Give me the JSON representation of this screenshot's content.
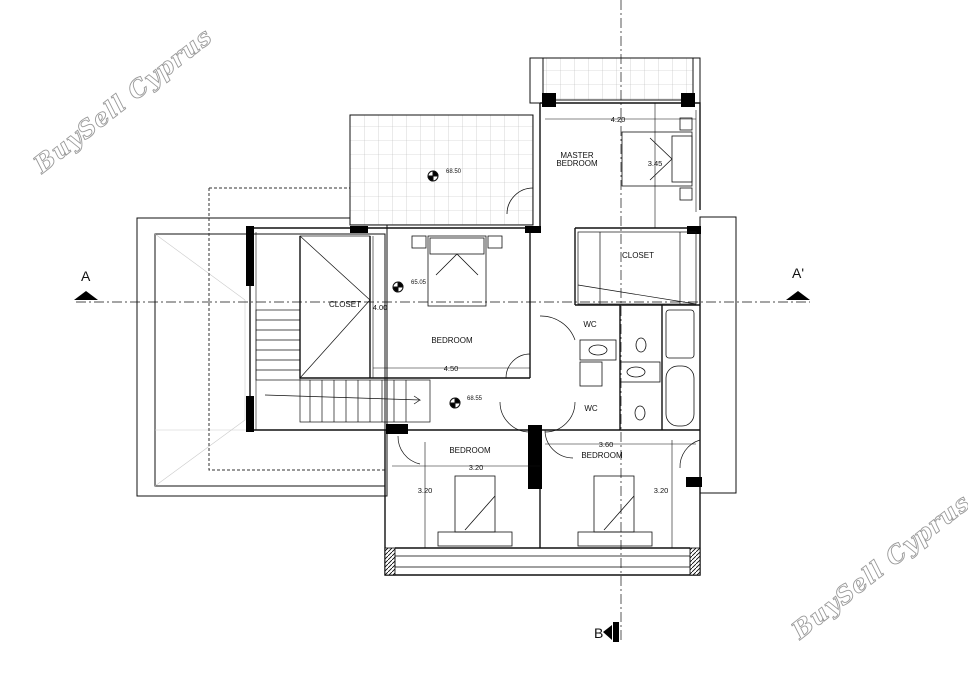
{
  "rooms": {
    "master_bedroom_line1": "MASTER",
    "master_bedroom_line2": "BEDROOM",
    "closet_left": "CLOSET",
    "closet_right": "CLOSET",
    "bedroom_middle": "BEDROOM",
    "wc_top": "WC",
    "wc_bottom": "WC",
    "bedroom_bottom_left": "BEDROOM",
    "bedroom_bottom_right": "BEDROOM"
  },
  "dimensions": {
    "master_width": "4.20",
    "master_depth": "3.45",
    "bedroom_depth": "4.00",
    "bedroom_width": "4.50",
    "bl_width": "3.20",
    "bl_depth": "3.20",
    "br_width": "3.60",
    "br_depth": "3.20"
  },
  "levels": {
    "terrace": "68.50",
    "bedroom": "65.05",
    "hall": "68.55"
  },
  "sections": {
    "a_left": "A",
    "a_right": "A'",
    "b_bottom": "B"
  },
  "watermark": {
    "top_left": "BuySell Cyprus",
    "bottom_right": "BuySell Cyprus"
  },
  "colors": {
    "line": "#111111",
    "wall": "#000000",
    "watermark_outline": "#9a9a9a"
  }
}
